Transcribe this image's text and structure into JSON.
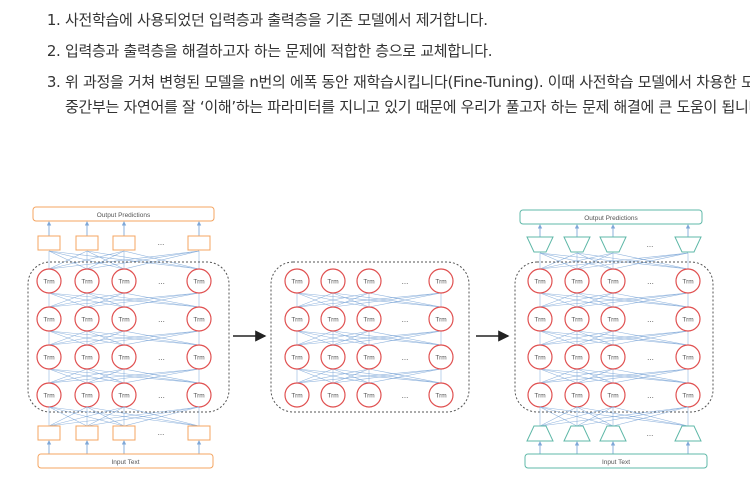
{
  "steps": [
    "사전학습에 사용되었던 입력층과 출력층을 기존 모델에서 제거합니다.",
    "입력층과 출력층을 해결하고자 하는 문제에 적합한 층으로 교체합니다.",
    "위 과정을 거쳐 변형된 모델을 n번의 에폭 동안 재학습시킵니다(Fine-Tuning). 이때 사전학습 모델에서 차용한 모델 중간부는 자연어를 잘 ‘이해’하는 파라미터를 지니고 있기 때문에 우리가 풀고자 하는 문제 해결에 큰 도움이 됩니다."
  ],
  "diagram": {
    "output_label": "Output Predictions",
    "input_label": "Input Text",
    "node_label": "Trm",
    "ellipsis": "...",
    "colors": {
      "orange": "#f4a460",
      "teal": "#5fb8a8",
      "red_circle": "#e05050",
      "connection": "#7fa8d8",
      "box": "#555555"
    }
  }
}
